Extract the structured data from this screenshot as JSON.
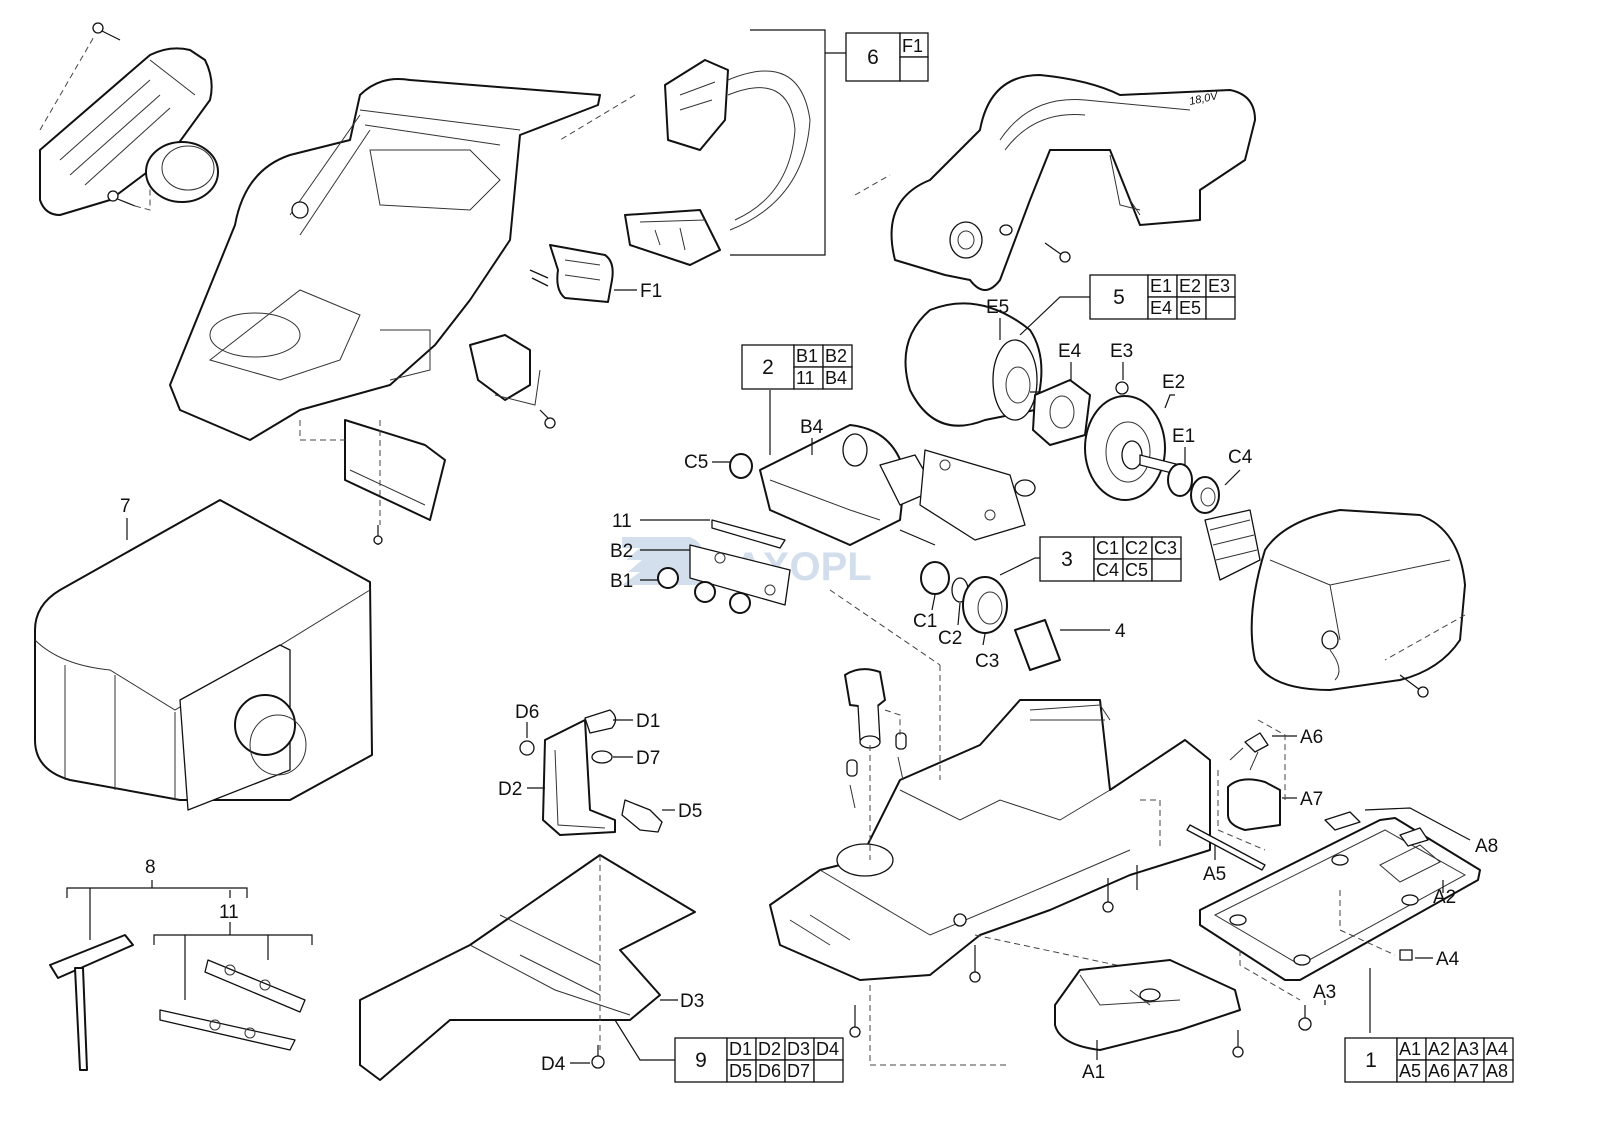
{
  "diagram": {
    "title": "Exploded parts view - cordless planer",
    "watermark": "BAXOPL",
    "tool_marking": "18,0V",
    "kit_boxes": [
      {
        "id": "kit-6",
        "number": "6",
        "parts": [
          "F1",
          ""
        ]
      },
      {
        "id": "kit-5",
        "number": "5",
        "parts": [
          "E1",
          "E2",
          "E3",
          "E4",
          "E5",
          ""
        ]
      },
      {
        "id": "kit-2",
        "number": "2",
        "parts": [
          "B1",
          "B2",
          "11",
          "B4"
        ]
      },
      {
        "id": "kit-3",
        "number": "3",
        "parts": [
          "C1",
          "C2",
          "C3",
          "C4",
          "C5",
          ""
        ]
      },
      {
        "id": "kit-9",
        "number": "9",
        "parts": [
          "D1",
          "D2",
          "D3",
          "D4",
          "D5",
          "D6",
          "D7",
          ""
        ]
      },
      {
        "id": "kit-1",
        "number": "1",
        "parts": [
          "A1",
          "A2",
          "A3",
          "A4",
          "A5",
          "A6",
          "A7",
          "A8"
        ]
      }
    ],
    "labels": {
      "F1": "F1",
      "E1": "E1",
      "E2": "E2",
      "E3": "E3",
      "E4": "E4",
      "E5": "E5",
      "B1": "B1",
      "B2": "B2",
      "B4": "B4",
      "C1": "C1",
      "C2": "C2",
      "C3": "C3",
      "C4": "C4",
      "C5": "C5",
      "D1": "D1",
      "D2": "D2",
      "D3": "D3",
      "D4": "D4",
      "D5": "D5",
      "D6": "D6",
      "D7": "D7",
      "A1": "A1",
      "A2": "A2",
      "A3": "A3",
      "A4": "A4",
      "A5": "A5",
      "A6": "A6",
      "A7": "A7",
      "A8": "A8",
      "p4": "4",
      "p7": "7",
      "p8": "8",
      "p11a": "11",
      "p11b": "11"
    }
  }
}
